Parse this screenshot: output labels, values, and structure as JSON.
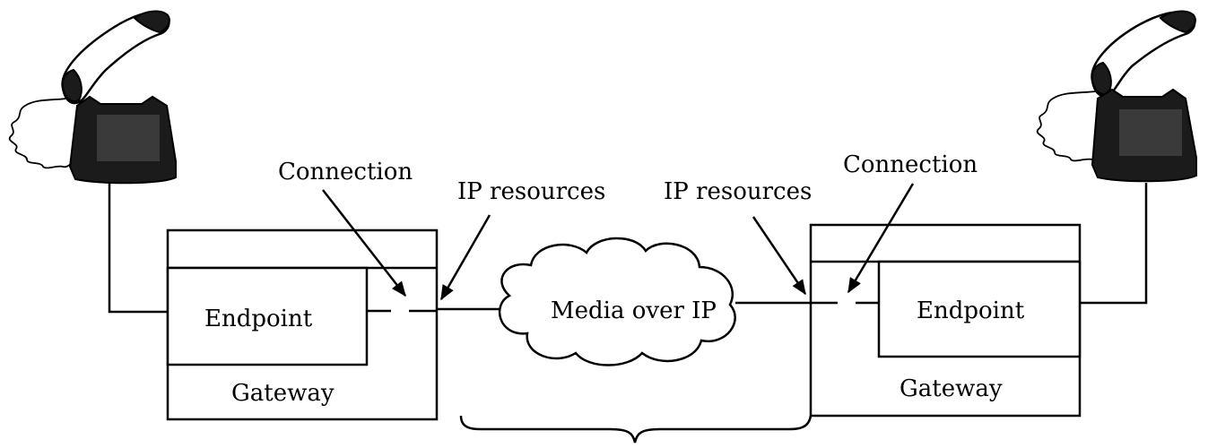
{
  "labels": {
    "connection_left": "Connection",
    "connection_right": "Connection",
    "ip_resources_left": "IP resources",
    "ip_resources_right": "IP resources",
    "endpoint_left": "Endpoint",
    "endpoint_right": "Endpoint",
    "gateway_left": "Gateway",
    "gateway_right": "Gateway",
    "cloud": "Media over IP"
  },
  "icons": {
    "phone": "telephone-icon",
    "cloud": "cloud-icon",
    "arrow": "arrow-icon",
    "brace": "curly-brace-icon"
  },
  "colors": {
    "line": "#000000",
    "background": "#ffffff",
    "phone_body": "#1b1b1b"
  }
}
